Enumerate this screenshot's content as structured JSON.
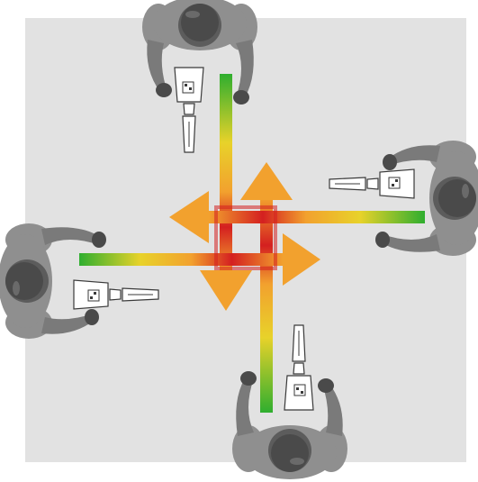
{
  "colors": {
    "page_background": "#ffffff",
    "floor": "#e2e2e2",
    "person_body": "#8f8f8f",
    "person_shadow": "#5c5c5c",
    "person_head": "#4a4a4a",
    "device_body": "#ffffff",
    "device_outline": "#3a3a3a",
    "gradient_start": "#2fae2f",
    "gradient_mid": "#e8d22a",
    "gradient_hot": "#f2a12e",
    "gradient_end": "#d42020"
  },
  "people": [
    {
      "id": "top",
      "facing": "down"
    },
    {
      "id": "right",
      "facing": "left"
    },
    {
      "id": "bottom",
      "facing": "up"
    },
    {
      "id": "left",
      "facing": "right"
    }
  ],
  "beams": [
    {
      "id": "from-top",
      "direction": "down",
      "arrow_tip": "down"
    },
    {
      "id": "from-right",
      "direction": "left",
      "arrow_tip": "left"
    },
    {
      "id": "from-bottom",
      "direction": "up",
      "arrow_tip": "up"
    },
    {
      "id": "from-left",
      "direction": "right",
      "arrow_tip": "right"
    }
  ]
}
